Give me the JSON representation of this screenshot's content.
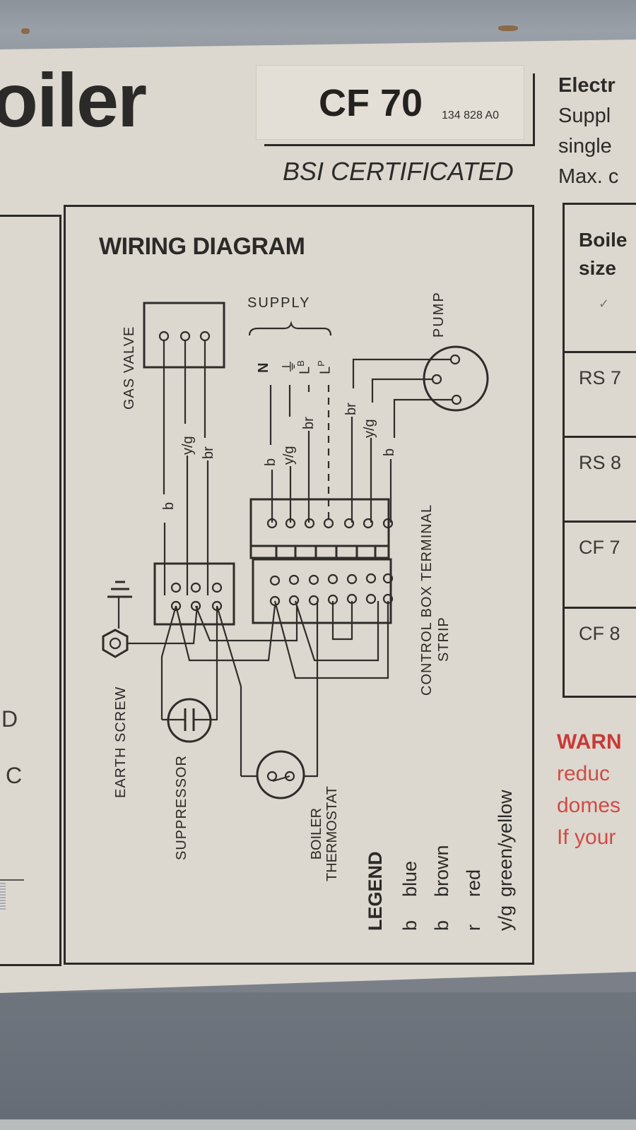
{
  "brand_fragment": "oiler",
  "model_label": {
    "name": "CF 70",
    "code": "134 828 A0",
    "certification": "BSI CERTIFICATED"
  },
  "electrical_panel": {
    "lines": [
      "Electr",
      "Suppl",
      "single",
      "Max. c"
    ]
  },
  "boiler_size_table": {
    "header_lines": [
      "Boile",
      "size"
    ],
    "header_mark": "✓",
    "rows": [
      "RS 7",
      "RS 8",
      "CF 7",
      "CF 8"
    ]
  },
  "warning": {
    "title": "WARN",
    "lines": [
      "reduc",
      "domes",
      "If your"
    ]
  },
  "left_panel": {
    "letters": [
      "D",
      "C"
    ]
  },
  "wiring_diagram": {
    "title": "WIRING DIAGRAM",
    "components": {
      "gas_valve": "GAS VALVE",
      "supply": "SUPPLY",
      "pump": "PUMP",
      "earth_screw": "EARTH SCREW",
      "suppressor": "SUPPRESSOR",
      "boiler_thermostat": [
        "BOILER",
        "THERMOSTAT"
      ],
      "control_box": [
        "CONTROL BOX TERMINAL",
        "STRIP"
      ]
    },
    "supply_terminals": [
      "N",
      "⏚",
      "L",
      "L"
    ],
    "supply_terminal_subscripts": [
      "",
      "",
      "B",
      "P"
    ],
    "gas_valve_wires": [
      "b",
      "y/g",
      "br"
    ],
    "supply_wires": [
      "b",
      "y/g",
      "br",
      ""
    ],
    "pump_wires": [
      "br",
      "y/g",
      "b"
    ],
    "legend": {
      "title": "LEGEND",
      "items": [
        {
          "code": "b",
          "meaning": "blue"
        },
        {
          "code": "b",
          "meaning": "brown"
        },
        {
          "code": "r",
          "meaning": "red"
        },
        {
          "code": "y/g",
          "meaning": "green/yellow"
        }
      ]
    }
  }
}
